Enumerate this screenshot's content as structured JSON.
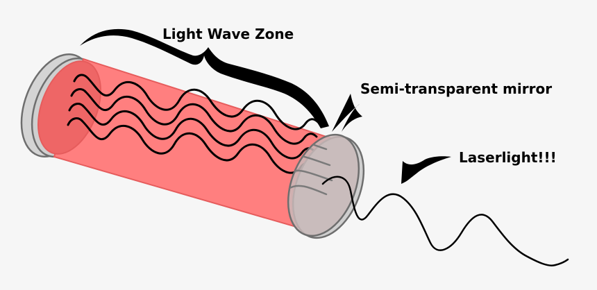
{
  "labels": {
    "light_wave_zone": "Light Wave Zone",
    "semi_transparent_mirror": "Semi-transparent mirror",
    "laserlight": "Laserlight!!!"
  },
  "colors": {
    "background": "#f6f6f6",
    "tube_fill": "#ff7f7f",
    "tube_stroke": "#e85a5a",
    "mirror_fill": "#cfcfcf",
    "mirror_stroke": "#6e6e6e",
    "ink": "#000000"
  },
  "icons": {
    "zone_brace": "curly-brace-icon",
    "mirror_pointer": "swoosh-arrow-icon",
    "laser_pointer": "swoosh-arrow-icon"
  }
}
